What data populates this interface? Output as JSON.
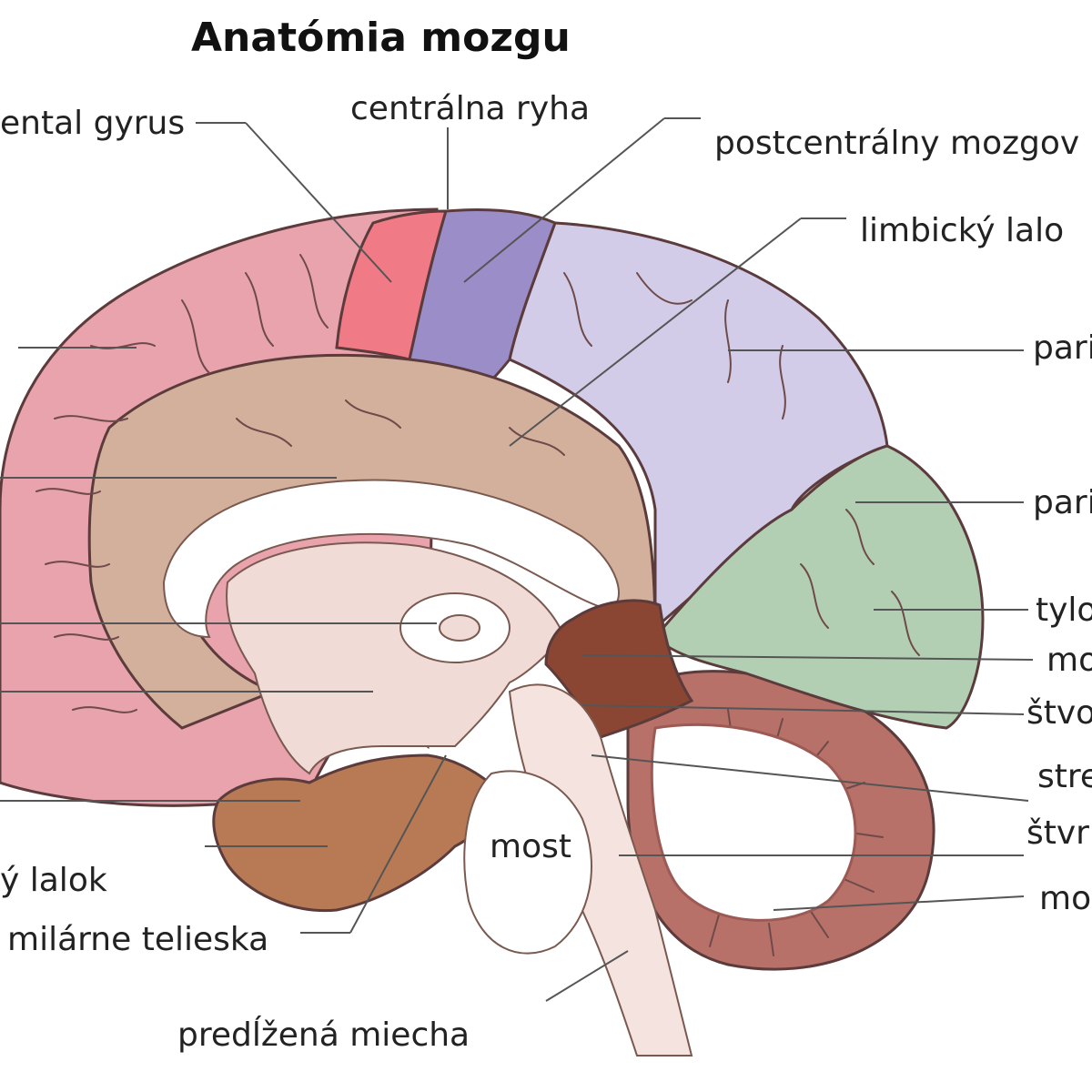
{
  "title": "Anatómia mozgu",
  "labels": {
    "precentral": "ental gyrus",
    "central_sulcus": "centrálna ryha",
    "postcentral": "postcentrálny mozgov",
    "limbic": "limbický lalo",
    "parietal_1": "pari",
    "parietal_2": "pari",
    "occipital": "tylo",
    "mo_1": "mo",
    "fourth_1": "štvo",
    "stre": "stre",
    "fourth_2": "štvr",
    "mo_2": "mo",
    "pons": "most",
    "temporal": "ý lalok",
    "mammillary": "milárne telieska",
    "medulla": "predĺžená miecha"
  },
  "colors": {
    "frontal": "#e8a3ad",
    "precentral": "#f07a86",
    "postcentral": "#9b8dc8",
    "parietal": "#d2cce8",
    "occipital": "#b3cfb3",
    "cingulate": "#d3b09c",
    "temporal": "#b77a55",
    "midbrain": "#8a4632",
    "cerebellum": "#b77168",
    "diencephalon": "#f0dbd7",
    "brainstem": "#f4e3df"
  }
}
